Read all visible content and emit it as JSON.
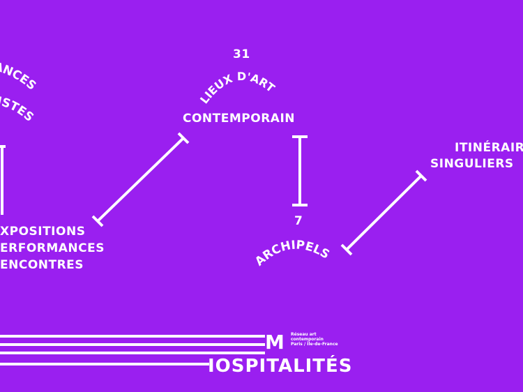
{
  "colors": {
    "background": "#9a1ff0",
    "foreground": "#ffffff"
  },
  "labels": {
    "ances": "ANCES",
    "istes": "ISTES",
    "expositions": "XPOSITIONS",
    "performances": "ERFORMANCES",
    "rencontres": "ENCONTRES",
    "lieux_count": "31",
    "lieux_art": "LIEUX D'ART",
    "contemporain": "CONTEMPORAIN",
    "archipels_count": "7",
    "archipels": "ARCHIPELS",
    "itineraires": "ITINÉRAIR",
    "singuliers": "SINGULIERS"
  },
  "logo": {
    "mark": "M",
    "title": "IOSPITALITÉS",
    "caption_lines": [
      "Réseau art",
      "contemporain",
      "Paris / Île-de-France"
    ]
  }
}
